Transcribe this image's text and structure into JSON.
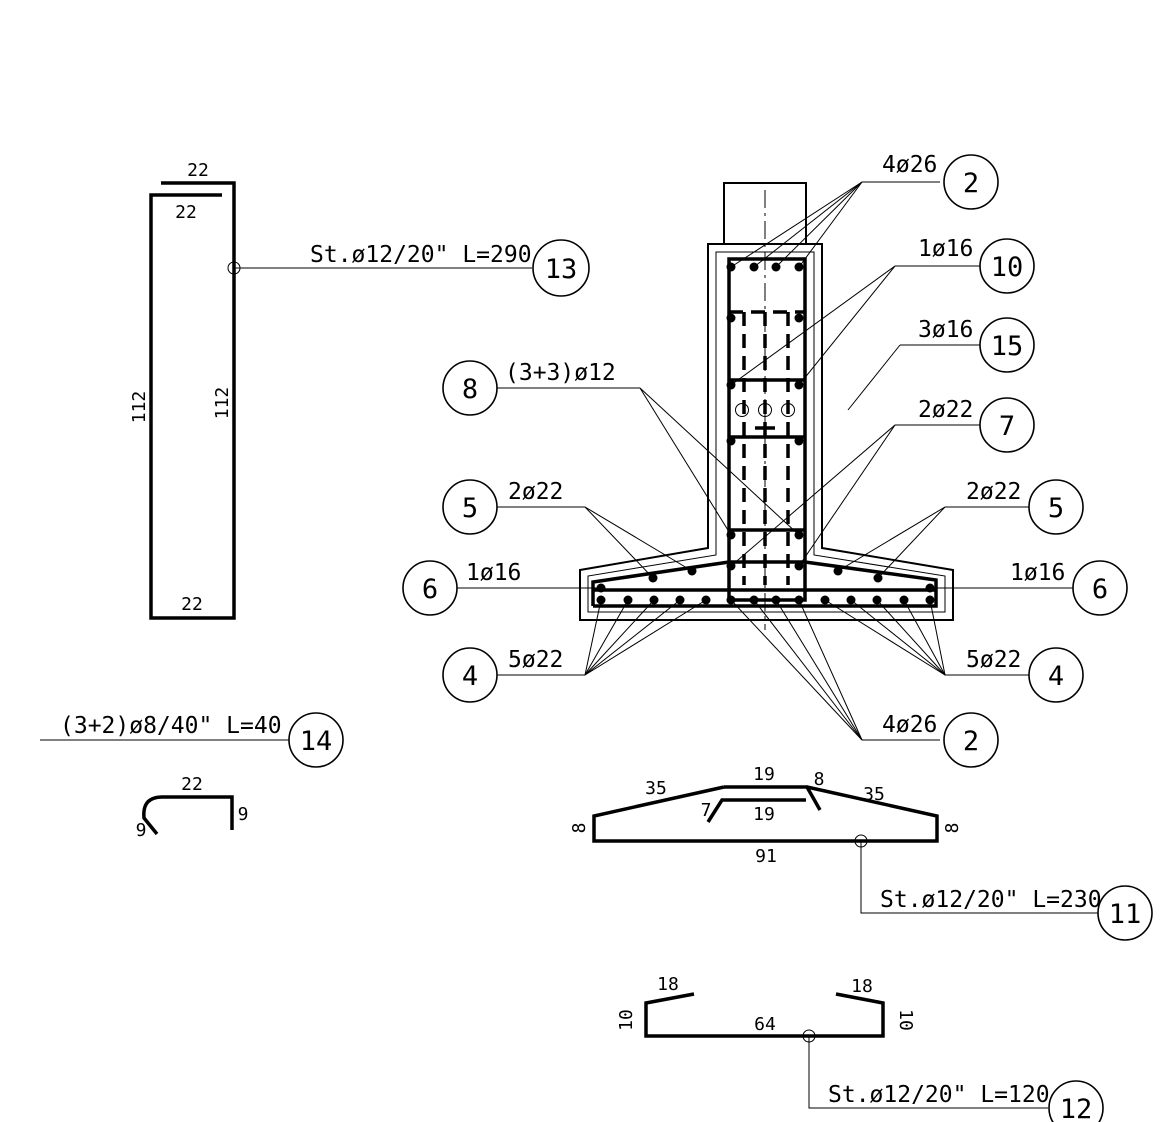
{
  "colors": {
    "ink": "#000000",
    "paper": "#ffffff"
  },
  "stirrup_13": {
    "spec": "St.ø12/20\" L=290",
    "mark": "13",
    "dims": {
      "top_hook": "22",
      "inner_hook": "22",
      "left_height": "112",
      "right_height": "112",
      "bottom": "22"
    }
  },
  "hook_14": {
    "spec": "(3+2)ø8/40\" L=40",
    "mark": "14",
    "dims": {
      "top": "22",
      "left": "9",
      "right": "9"
    }
  },
  "section": {
    "callouts": [
      {
        "id": "c2_top",
        "label": "4ø26",
        "mark": "2"
      },
      {
        "id": "c10",
        "label": "1ø16",
        "mark": "10"
      },
      {
        "id": "c15",
        "label": "3ø16",
        "mark": "15"
      },
      {
        "id": "c8",
        "label": "(3+3)ø12",
        "mark": "8"
      },
      {
        "id": "c7",
        "label": "2ø22",
        "mark": "7"
      },
      {
        "id": "c5_left",
        "label": "2ø22",
        "mark": "5"
      },
      {
        "id": "c5_right",
        "label": "2ø22",
        "mark": "5"
      },
      {
        "id": "c6_left",
        "label": "1ø16",
        "mark": "6"
      },
      {
        "id": "c6_right",
        "label": "1ø16",
        "mark": "6"
      },
      {
        "id": "c4_left",
        "label": "5ø22",
        "mark": "4"
      },
      {
        "id": "c4_right",
        "label": "5ø22",
        "mark": "4"
      },
      {
        "id": "c2_bottom",
        "label": "4ø26",
        "mark": "2"
      }
    ]
  },
  "stirrup_11": {
    "spec": "St.ø12/20\" L=230",
    "mark": "11",
    "dims": {
      "left_slope": "35",
      "top_outer": "19",
      "right_tip": "8",
      "right_slope": "35",
      "left_tip": "7",
      "top_inner": "19",
      "left_end": "8",
      "right_end": "8",
      "bottom": "91"
    }
  },
  "stirrup_12": {
    "spec": "St.ø12/20\" L=120",
    "mark": "12",
    "dims": {
      "left_top": "18",
      "right_top": "18",
      "left_height": "10",
      "right_height": "10",
      "bottom": "64"
    }
  }
}
